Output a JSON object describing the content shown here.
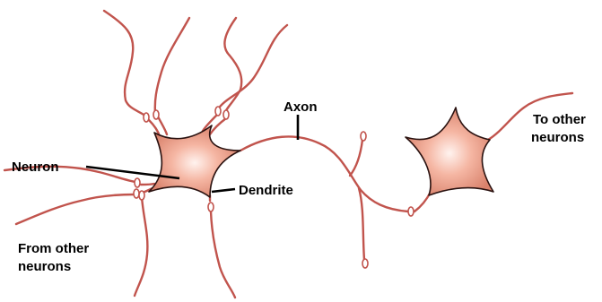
{
  "diagram": {
    "labels": {
      "neuron": "Neuron",
      "axon": "Axon",
      "dendrite": "Dendrite",
      "from_other_line1": "From other",
      "from_other_line2": "neurons",
      "to_other_line1": "To other",
      "to_other_line2": "neurons"
    },
    "colors": {
      "fiber": "#c1544d",
      "soma_center": "#fff3ef",
      "soma_mid": "#f5b6a3",
      "soma_edge": "#d9826c",
      "outline": "#2a1210",
      "text": "#000000"
    }
  }
}
